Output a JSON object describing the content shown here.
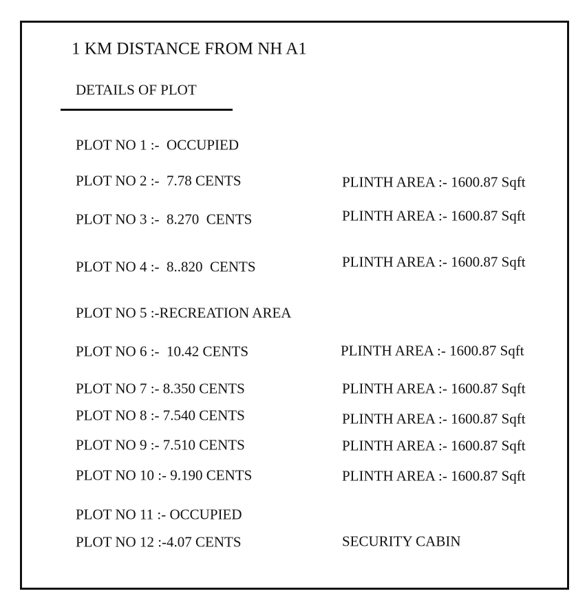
{
  "header": {
    "title": "1 KM DISTANCE FROM NH A1",
    "subtitle": "DETAILS OF PLOT"
  },
  "plots": [
    {
      "label": "PLOT NO 1 :-  OCCUPIED",
      "detail": ""
    },
    {
      "label": "PLOT NO 2 :-  7.78 CENTS",
      "detail": "PLINTH AREA :- 1600.87 Sqft"
    },
    {
      "label": "PLOT NO 3 :-  8.270  CENTS",
      "detail": "PLINTH AREA :- 1600.87 Sqft"
    },
    {
      "label": "PLOT NO 4 :-  8..820  CENTS",
      "detail": "PLINTH AREA :- 1600.87 Sqft"
    },
    {
      "label": "PLOT NO 5 :-RECREATION AREA",
      "detail": ""
    },
    {
      "label": "PLOT NO 6 :-  10.42 CENTS",
      "detail": "PLINTH AREA :- 1600.87 Sqft"
    },
    {
      "label": "PLOT NO 7 :- 8.350 CENTS",
      "detail": "PLINTH AREA :- 1600.87 Sqft"
    },
    {
      "label": "PLOT NO 8 :- 7.540 CENTS",
      "detail": "PLINTH AREA :- 1600.87 Sqft"
    },
    {
      "label": "PLOT NO 9 :- 7.510 CENTS",
      "detail": "PLINTH AREA :- 1600.87 Sqft"
    },
    {
      "label": "PLOT NO 10 :- 9.190 CENTS",
      "detail": "PLINTH AREA :- 1600.87 Sqft"
    },
    {
      "label": "PLOT NO 11 :- OCCUPIED",
      "detail": ""
    },
    {
      "label": "PLOT NO 12 :-4.07 CENTS",
      "detail": "SECURITY CABIN"
    }
  ]
}
